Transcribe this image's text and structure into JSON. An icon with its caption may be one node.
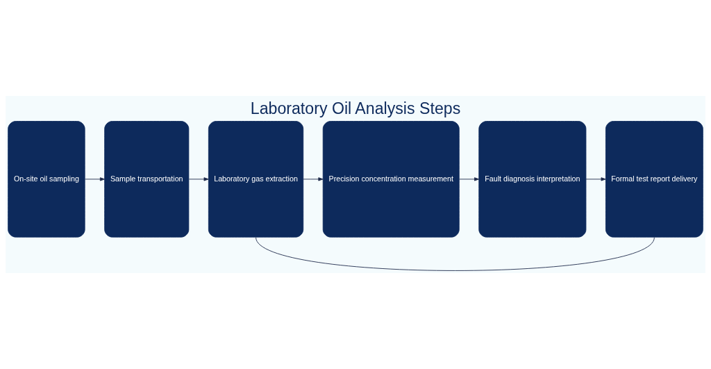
{
  "diagram": {
    "title": "Laboratory Oil Analysis Steps",
    "nodes": [
      {
        "text": [
          "On-site oil sampling"
        ]
      },
      {
        "text": [
          "Sample transportation"
        ]
      },
      {
        "text": [
          "Laboratory gas extraction"
        ]
      },
      {
        "text": [
          "Precision concentration measurement"
        ]
      },
      {
        "text": [
          "Fault diagnosis interpretation"
        ]
      },
      {
        "text": [
          "Formal test report delivery"
        ]
      }
    ],
    "edges": [
      {
        "from": 0,
        "to": 1,
        "arrow": "to"
      },
      {
        "from": 1,
        "to": 2,
        "arrow": "to"
      },
      {
        "from": 2,
        "to": 3,
        "arrow": "to"
      },
      {
        "from": 3,
        "to": 4,
        "arrow": "to"
      },
      {
        "from": 4,
        "to": 5,
        "arrow": "to"
      },
      {
        "from": 2,
        "to": 5,
        "arrow": "none"
      }
    ]
  }
}
